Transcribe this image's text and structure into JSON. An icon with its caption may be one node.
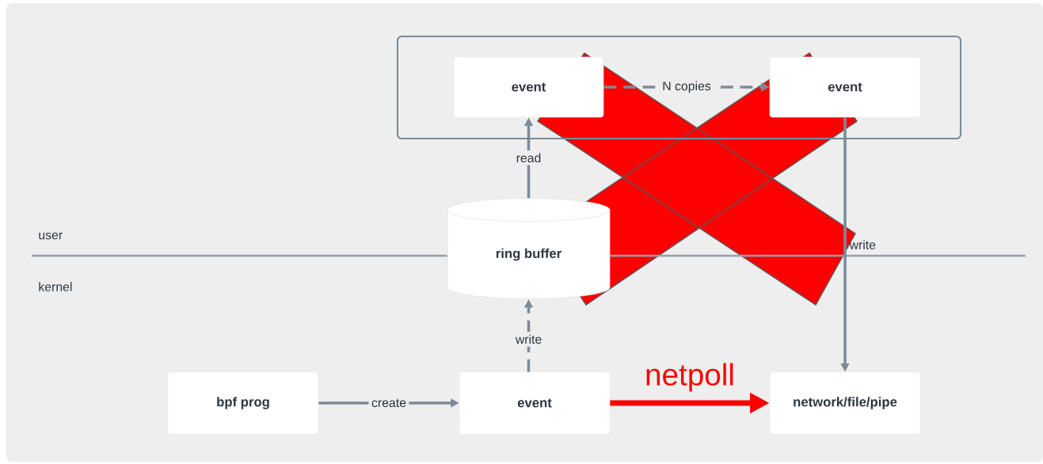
{
  "diagram": {
    "nodes": [
      {
        "text": [],
        "shape": "box"
      },
      {
        "text": [
          "event"
        ],
        "in": 0
      },
      {
        "text": [
          "event"
        ],
        "in": 0
      },
      {
        "text": [
          "ring buffer"
        ]
      },
      {
        "text": [
          "bpf prog"
        ]
      },
      {
        "text": [
          "event"
        ]
      },
      {
        "text": [
          "network/file/pipe"
        ]
      }
    ],
    "edges": [
      {
        "from": 1,
        "to": 2,
        "arrow": "to",
        "label": "N copies",
        "style": "dashed"
      },
      {
        "from": 3,
        "to": 1,
        "arrow": "to",
        "label": "read"
      },
      {
        "from": 5,
        "to": 3,
        "arrow": "to",
        "label": "write",
        "style": "dashed"
      },
      {
        "from": 2,
        "to": 6,
        "arrow": "to",
        "label": "write"
      },
      {
        "from": 4,
        "to": 5,
        "arrow": "to",
        "label": "create"
      },
      {
        "from": 5,
        "to": 6,
        "arrow": "to",
        "label": "netpoll",
        "style": "thick",
        "color": "#ff0000"
      }
    ],
    "labels": [
      "user",
      "kernel"
    ]
  }
}
